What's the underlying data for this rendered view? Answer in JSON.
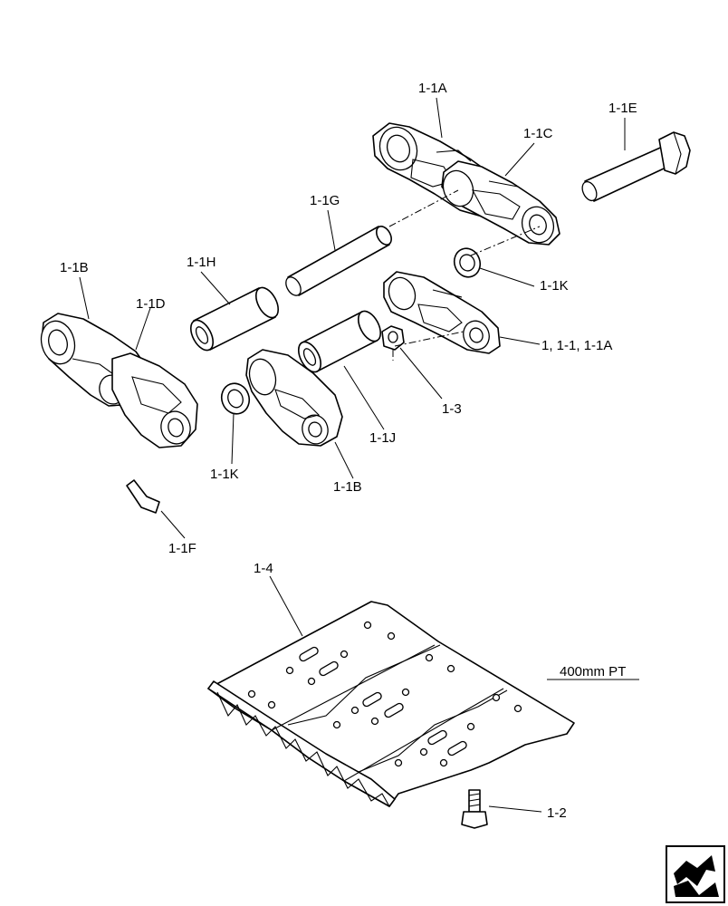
{
  "callouts": {
    "link_1_1a": "1-1A",
    "link_1_1c": "1-1C",
    "pin_1_1e": "1-1E",
    "pin_1_1g": "1-1G",
    "bushing_1_1h": "1-1H",
    "link_1_1b_left": "1-1B",
    "link_1_1d": "1-1D",
    "seal_1_1k_right": "1-1K",
    "assembly_1": "1, 1-1, 1-1A",
    "nut_1_3": "1-3",
    "bushing_1_1j": "1-1J",
    "seal_1_1k_left": "1-1K",
    "link_1_1b_center": "1-1B",
    "hose_1_1f": "1-1F",
    "shoe_1_4": "1-4",
    "shoe_width": "400mm PT",
    "bolt_1_2": "1-2"
  },
  "icons": {
    "corner": "next-page-arrow-icon"
  }
}
